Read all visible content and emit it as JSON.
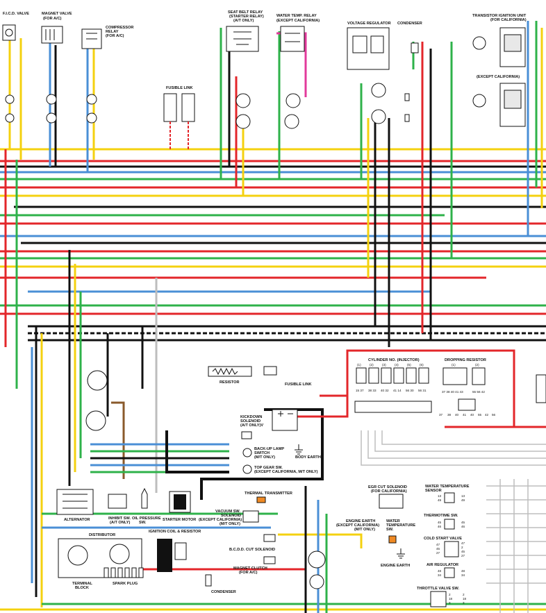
{
  "wire_colors": {
    "yellow": "#f4d10f",
    "red": "#e3262a",
    "green": "#2eb24a",
    "blue": "#4a8fd6",
    "black": "#111111",
    "white_gray": "#bdbdbd",
    "brown": "#8a5a2b",
    "pink": "#e23a9b",
    "orange": "#f08a24"
  },
  "labels": {
    "ficd_valve": "F.I.C.D. VALVE",
    "magnet_valve": "MAGNET VALVE",
    "for_ac_1": "(FOR A/C)",
    "compressor_relay": "COMPRESSOR",
    "compressor_relay_2": "RELAY",
    "compressor_relay_3": "(FOR A/C)",
    "fusible_link": "FUSIBLE LINK",
    "seat_belt_relay": "SEAT BELT RELAY",
    "starter_relay": "(STARTER RELAY)",
    "at_only": "(A/T ONLY)",
    "water_temp_relay": "WATER TEMP. RELAY",
    "except_california": "(EXCEPT CALIFORNIA)",
    "voltage_regulator": "VOLTAGE REGULATOR",
    "condenser_top": "CONDENSER",
    "transistor_ignition": "TRANSISTOR IGNITION UNIT",
    "for_california": "(FOR CALIFORNIA)",
    "except_california_2": "(EXCEPT CALIFORNIA)",
    "resistor": "RESISTOR",
    "fusible_link_2": "FUSIBLE LINK",
    "cylinder_no": "CYLINDER NO. (INJECTOR)",
    "dropping_resistor": "DROPPING RESISTOR",
    "kickdown_solenoid": "KICKDOWN",
    "kickdown_solenoid_2": "SOLENOID",
    "kickdown_solenoid_3": "(A/T ONLY)V",
    "backup_lamp": "BACK-UP LAMP",
    "backup_lamp_2": "SWITCH",
    "backup_lamp_3": "(M/T ONLY)",
    "top_gear": "TOP GEAR SW.",
    "top_gear_2": "(EXCEPT CALIFORNIA, M/T ONLY)",
    "body_earth": "BODY EARTH",
    "alternator": "ALTERNATOR",
    "inhibit_sw": "INHIBIT SW.",
    "inhibit_sw_2": "(A/T ONLY)",
    "oil_pressure": "OIL PRESSURE",
    "oil_pressure_2": "SW.",
    "starter_motor": "STARTER MOTOR",
    "thermal_transmitter": "THERMAL TRANSMITTER",
    "vacuum_sw": "VACUUM SW.",
    "vacuum_sw_2": "SOLENOID",
    "vacuum_sw_3": "(EXCEPT CALIFORNIA)",
    "vacuum_sw_4": "(M/T ONLY)",
    "egr_cut": "EGR CUT SOLENOID",
    "egr_cut_2": "(FOR CALIFORNIA)",
    "engine_earth_1": "ENGINE EARTH",
    "engine_earth_1b": "(EXCEPT CALIFORNIA)",
    "engine_earth_1c": "(M/T ONLY)",
    "water_temp_sensor": "WATER TEMPERATURE",
    "water_temp_sensor_2": "SENSOR",
    "water_temperature_sw": "WATER",
    "water_temperature_sw_2": "TEMPERATURE",
    "water_temperature_sw_3": "SW.",
    "engine_earth_2": "ENGINE EARTH",
    "thermotime_sw": "THERMOTIME SW.",
    "cold_start_valve": "COLD START VALVE",
    "air_regulator": "AIR REGULATOR",
    "throttle_valve_sw": "THROTTLE VALVE SW.",
    "distributor": "DISTRIBUTOR",
    "ignition_coil": "IGNITION COIL & RESISTOR",
    "bcdd_cut": "B.C.D.D. CUT SOLENOID",
    "magnet_clutch": "MAGNET CLUTCH",
    "magnet_clutch_2": "(FOR A/C)",
    "terminal_block": "TERMINAL",
    "terminal_block_2": "BLOCK",
    "spark_plug": "SPARK PLUG",
    "condenser_bottom": "CONDENSER"
  },
  "cylinder_numbers": [
    "(1)",
    "(2)",
    "(3)",
    "(4)",
    "(5)",
    "(6)"
  ],
  "dropping_resistor_tags": [
    "(1)",
    "(2)"
  ],
  "injector_pin_codes": [
    "15 37",
    "38 33",
    "40 32",
    "41 14",
    "56 30",
    "56 31"
  ],
  "dropping_pins": [
    "37 38 40 41 43",
    "55 56 42"
  ],
  "resistor_pin_row": [
    "37",
    "38",
    "40",
    "41",
    "40",
    "55",
    "42",
    "56"
  ],
  "sensor_pins": {
    "water_temp_sensor": [
      "13",
      "49",
      "13",
      "49"
    ],
    "thermotime": [
      "45",
      "46",
      "45",
      "46"
    ],
    "cold_start": [
      "47",
      "2",
      "45",
      "27",
      "47",
      "45",
      "27"
    ],
    "air_regulator": [
      "48",
      "34",
      "48",
      "34"
    ],
    "throttle": [
      "2",
      "18",
      "3",
      "2",
      "18",
      "3"
    ]
  }
}
